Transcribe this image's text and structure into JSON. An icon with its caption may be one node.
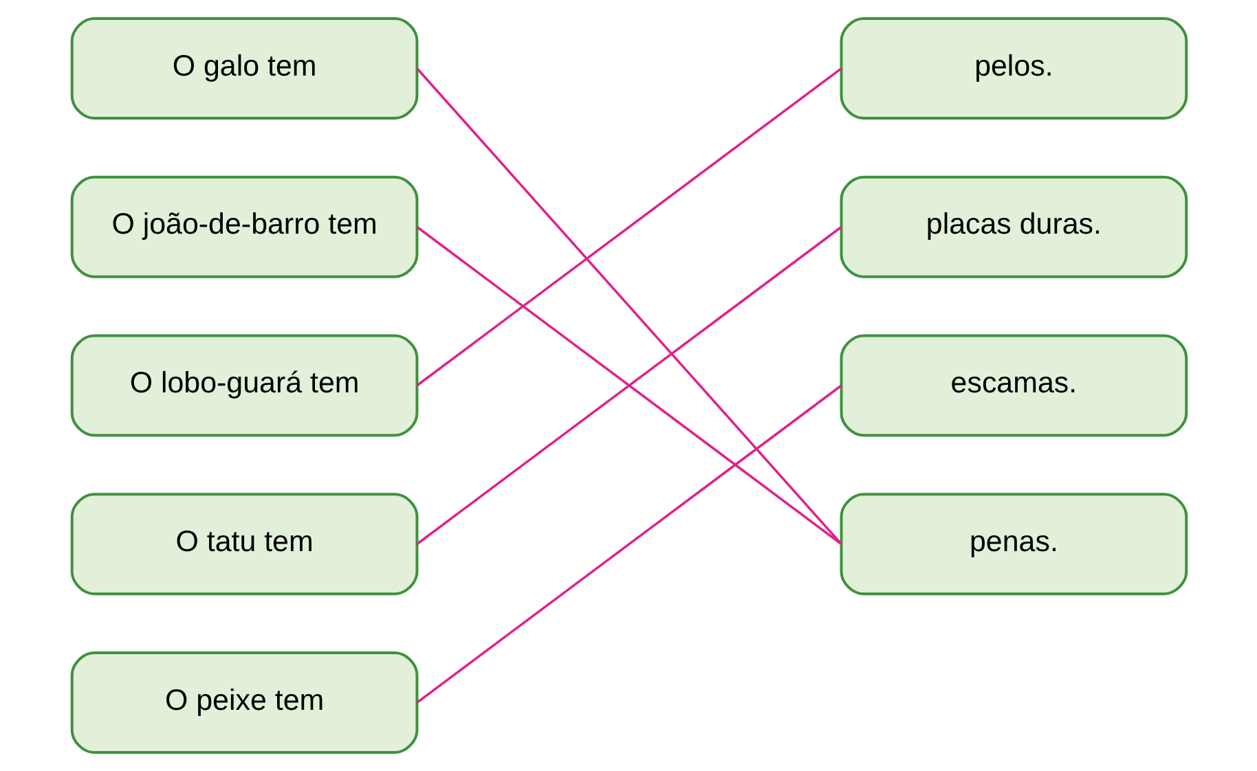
{
  "diagram": {
    "nodes": [
      {
        "text": [
          "O galo tem"
        ]
      },
      {
        "text": [
          "O joão-de-barro tem"
        ]
      },
      {
        "text": [
          "O lobo-guará tem"
        ]
      },
      {
        "text": [
          "O tatu tem"
        ]
      },
      {
        "text": [
          "O peixe tem"
        ]
      },
      {
        "text": [
          "pelos."
        ]
      },
      {
        "text": [
          "placas duras."
        ]
      },
      {
        "text": [
          "escamas."
        ]
      },
      {
        "text": [
          "penas."
        ]
      }
    ],
    "edges": [
      {
        "from": 0,
        "to": 8,
        "arrow": "none",
        "color": "#e0218a"
      },
      {
        "from": 1,
        "to": 8,
        "arrow": "none",
        "color": "#e0218a"
      },
      {
        "from": 2,
        "to": 5,
        "arrow": "none",
        "color": "#e0218a"
      },
      {
        "from": 3,
        "to": 6,
        "arrow": "none",
        "color": "#e0218a"
      },
      {
        "from": 4,
        "to": 7,
        "arrow": "none",
        "color": "#e0218a"
      }
    ]
  }
}
